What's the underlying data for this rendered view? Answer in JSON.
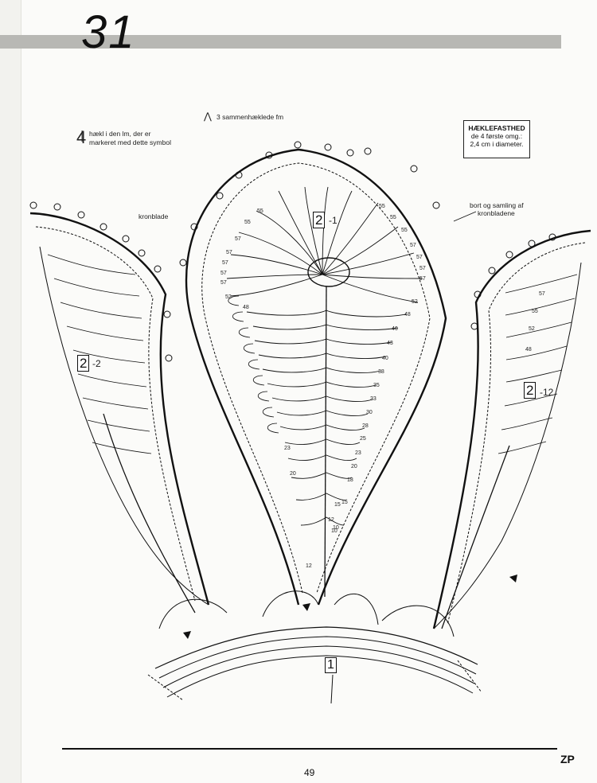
{
  "page": {
    "chart_number": "31",
    "page_number": "49",
    "watermark": "ZP"
  },
  "notes": {
    "hook_symbol_glyph": "4",
    "hook_note_line1": "hækl i den lm, der er",
    "hook_note_line2": "markeret med dette symbol",
    "sc3tog_glyph": "⋀",
    "sc3tog_note": "3 sammenhæklede fm",
    "kronblade": "kronblade",
    "border_line1": "bort og samling af",
    "border_line2": "kronbladene"
  },
  "gauge": {
    "title": "HÆKLEFASTHED",
    "line1": "de 4 første omg.:",
    "line2": "2,4 cm i diameter."
  },
  "labels": {
    "center_num": "2",
    "center_suffix": "-1",
    "left_num": "2",
    "left_suffix": "-2",
    "right_num": "2",
    "right_suffix": "-12",
    "base_num": "1"
  },
  "row_numbers": {
    "center_left": [
      "55",
      "55",
      "57",
      "57",
      "57",
      "57",
      "57",
      "52",
      "48"
    ],
    "center_right": [
      "55",
      "55",
      "55",
      "57",
      "57",
      "57",
      "57",
      "52",
      "48",
      "46",
      "43",
      "40",
      "38",
      "35",
      "33",
      "30",
      "28",
      "25",
      "23",
      "20",
      "18",
      "15",
      "12",
      "10"
    ],
    "center_lower_left": [
      "23",
      "20",
      "15",
      "12",
      "10"
    ],
    "right_petal": [
      "57",
      "55",
      "52",
      "48"
    ]
  },
  "colors": {
    "ink": "#111111",
    "header_bar": "#b8b8b4",
    "paper": "#fbfbf9"
  }
}
